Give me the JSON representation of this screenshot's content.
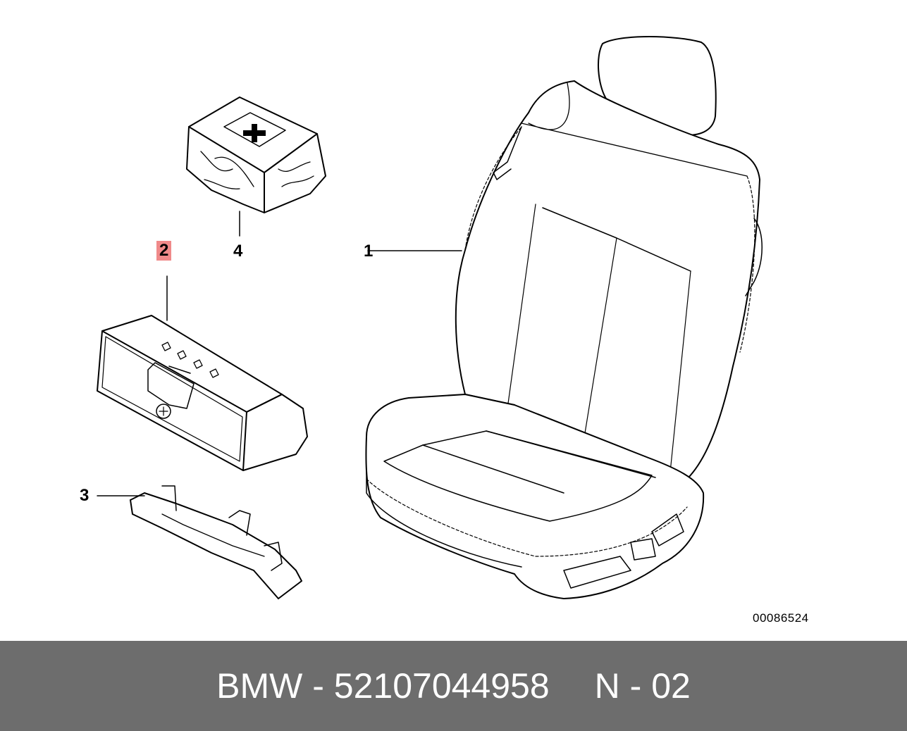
{
  "callouts": {
    "c1": "1",
    "c2": "2",
    "c3": "3",
    "c4": "4"
  },
  "highlight_color": "#f08a8a",
  "drawing_id": "00086524",
  "footer": {
    "part_text": "BMW - 52107044958",
    "ref_text": "N - 02",
    "background": "#6d6d6d"
  }
}
